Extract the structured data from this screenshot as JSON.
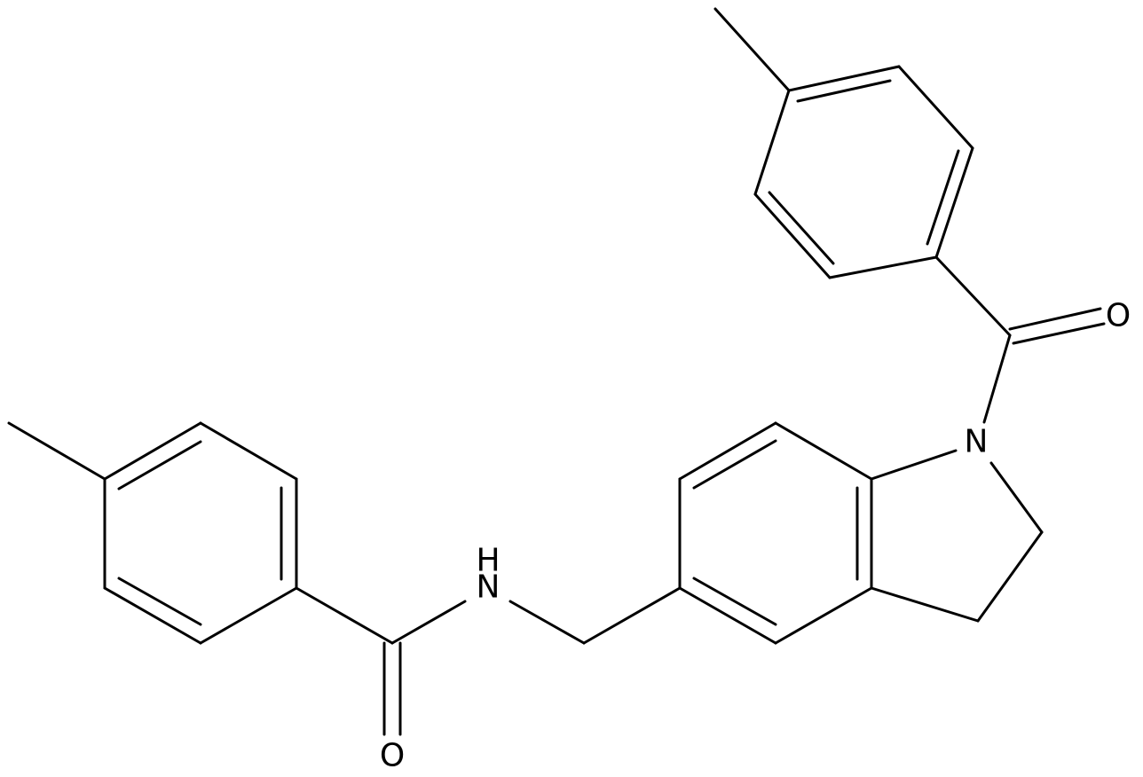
{
  "structure": {
    "atom_labels": {
      "nh_h": "H",
      "nh_n": "N",
      "amide_o": "O",
      "ketone_o": "O",
      "indoline_n": "N"
    },
    "colors": {
      "bond": "#000000",
      "label": "#000000",
      "background": "#ffffff"
    }
  }
}
